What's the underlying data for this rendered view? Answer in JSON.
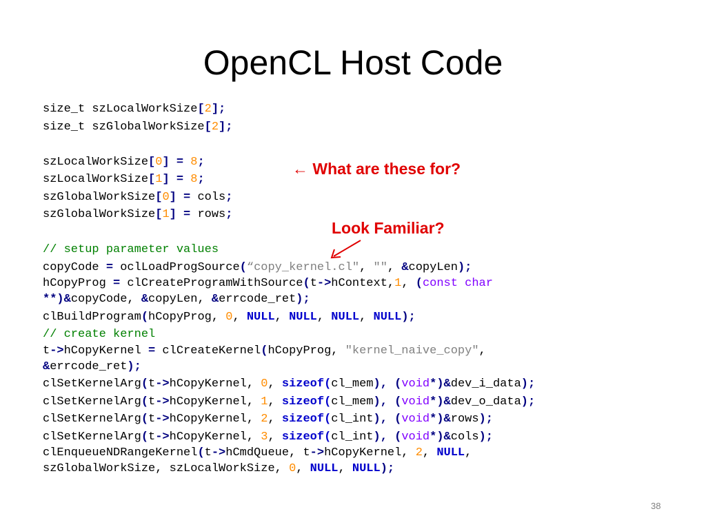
{
  "slide": {
    "title": "OpenCL Host Code",
    "page_number": "38",
    "annotations": {
      "what_are_these": "← What are these for?",
      "look_familiar": "Look Familiar?"
    },
    "colors": {
      "annotation": "#e00000",
      "keyword": "#0000cc",
      "operator": "#000080",
      "number": "#ff8c00",
      "string": "#808080",
      "comment": "#008000",
      "type": "#8000ff"
    },
    "code": {
      "l1": {
        "a": "size_t szLocalWorkSize",
        "b": "[",
        "c": "2",
        "d": "];"
      },
      "l2": {
        "a": "size_t szGlobalWorkSize",
        "b": "[",
        "c": "2",
        "d": "];"
      },
      "l3": {
        "a": "szLocalWorkSize",
        "b": "[",
        "c": "0",
        "d": "] = ",
        "e": "8",
        "f": ";"
      },
      "l4": {
        "a": "szLocalWorkSize",
        "b": "[",
        "c": "1",
        "d": "] = ",
        "e": "8",
        "f": ";"
      },
      "l5": {
        "a": "szGlobalWorkSize",
        "b": "[",
        "c": "0",
        "d": "] = ",
        "e": "cols",
        "f": ";"
      },
      "l6": {
        "a": "szGlobalWorkSize",
        "b": "[",
        "c": "1",
        "d": "] = ",
        "e": "rows",
        "f": ";"
      },
      "l7": {
        "a": "// setup parameter values"
      },
      "l8": {
        "a": "copyCode ",
        "b": "=",
        "c": " oclLoadProgSource",
        "d": "(",
        "e": "“copy_kernel.cl\"",
        "f": ", ",
        "g": "\"\"",
        "h": ", ",
        "i": "&",
        "j": "copyLen",
        "k": ");"
      },
      "l9": {
        "a": "hCopyProg ",
        "b": "=",
        "c": " clCreateProgramWithSource",
        "d": "(",
        "e": "t",
        "f": "->",
        "g": "hContext,",
        "h": "1",
        "i": ", ",
        "j": "(",
        "k": "const char"
      },
      "l9b": {
        "a": "**)&",
        "b": "copyCode, ",
        "c": "&",
        "d": "copyLen, ",
        "e": "&",
        "f": "errcode_ret",
        "g": ");"
      },
      "l10": {
        "a": "clBuildProgram",
        "b": "(",
        "c": "hCopyProg, ",
        "d": "0",
        "e": ", ",
        "f": "NULL",
        "g": ", ",
        "h": "NULL",
        "i": ", ",
        "j": "NULL",
        "k": ", ",
        "l": "NULL",
        "m": ");"
      },
      "l11": {
        "a": "// create kernel"
      },
      "l12": {
        "a": "t",
        "b": "->",
        "c": "hCopyKernel ",
        "d": "=",
        "e": " clCreateKernel",
        "f": "(",
        "g": "hCopyProg, ",
        "h": "\"kernel_naive_copy\"",
        "i": ","
      },
      "l12b": {
        "a": "&",
        "b": "errcode_ret",
        "c": ");"
      },
      "l13": {
        "a": "clSetKernelArg",
        "b": "(",
        "c": "t",
        "d": "->",
        "e": "hCopyKernel, ",
        "f": "0",
        "g": ", ",
        "h": "sizeof(",
        "i": "cl_mem",
        "j": "), (",
        "k": "void",
        "l": "*)&",
        "m": "dev_i_data",
        "n": ");"
      },
      "l14": {
        "a": "clSetKernelArg",
        "b": "(",
        "c": "t",
        "d": "->",
        "e": "hCopyKernel, ",
        "f": "1",
        "g": ", ",
        "h": "sizeof(",
        "i": "cl_mem",
        "j": "), (",
        "k": "void",
        "l": "*)&",
        "m": "dev_o_data",
        "n": ");"
      },
      "l15": {
        "a": "clSetKernelArg",
        "b": "(",
        "c": "t",
        "d": "->",
        "e": "hCopyKernel, ",
        "f": "2",
        "g": ", ",
        "h": "sizeof(",
        "i": "cl_int",
        "j": "), (",
        "k": "void",
        "l": "*)&",
        "m": "rows",
        "n": ");"
      },
      "l16": {
        "a": "clSetKernelArg",
        "b": "(",
        "c": "t",
        "d": "->",
        "e": "hCopyKernel, ",
        "f": "3",
        "g": ", ",
        "h": "sizeof(",
        "i": "cl_int",
        "j": "), (",
        "k": "void",
        "l": "*)&",
        "m": "cols",
        "n": ");"
      },
      "l17": {
        "a": "clEnqueueNDRangeKernel",
        "b": "(",
        "c": "t",
        "d": "->",
        "e": "hCmdQueue, ",
        "f": "t",
        "g": "->",
        "h": "hCopyKernel, ",
        "i": "2",
        "j": ", ",
        "k": "NULL",
        "l": ","
      },
      "l17b": {
        "a": "szGlobalWorkSize, szLocalWorkSize, ",
        "b": "0",
        "c": ", ",
        "d": "NULL",
        "e": ", ",
        "f": "NULL",
        "g": ");"
      }
    }
  }
}
